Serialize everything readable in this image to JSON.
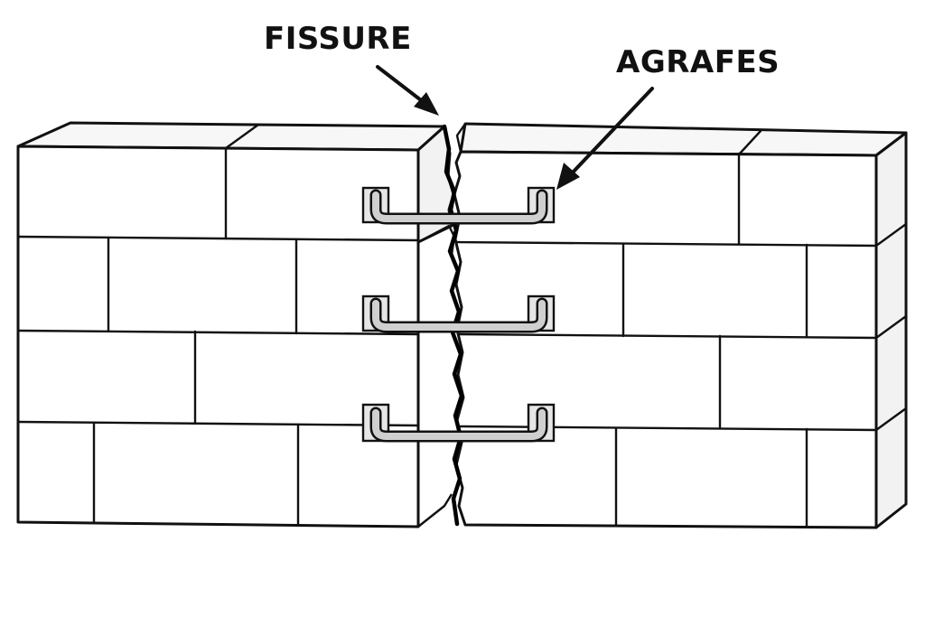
{
  "labels": {
    "fissure": "FISSURE",
    "agrafes": "AGRAFES"
  },
  "colors": {
    "line": "#111111",
    "crack": "#000000",
    "staple": "#cfcfcf",
    "background": "#ffffff"
  },
  "staples": [
    {
      "name": "agrafe-1"
    },
    {
      "name": "agrafe-2"
    },
    {
      "name": "agrafe-3"
    }
  ]
}
